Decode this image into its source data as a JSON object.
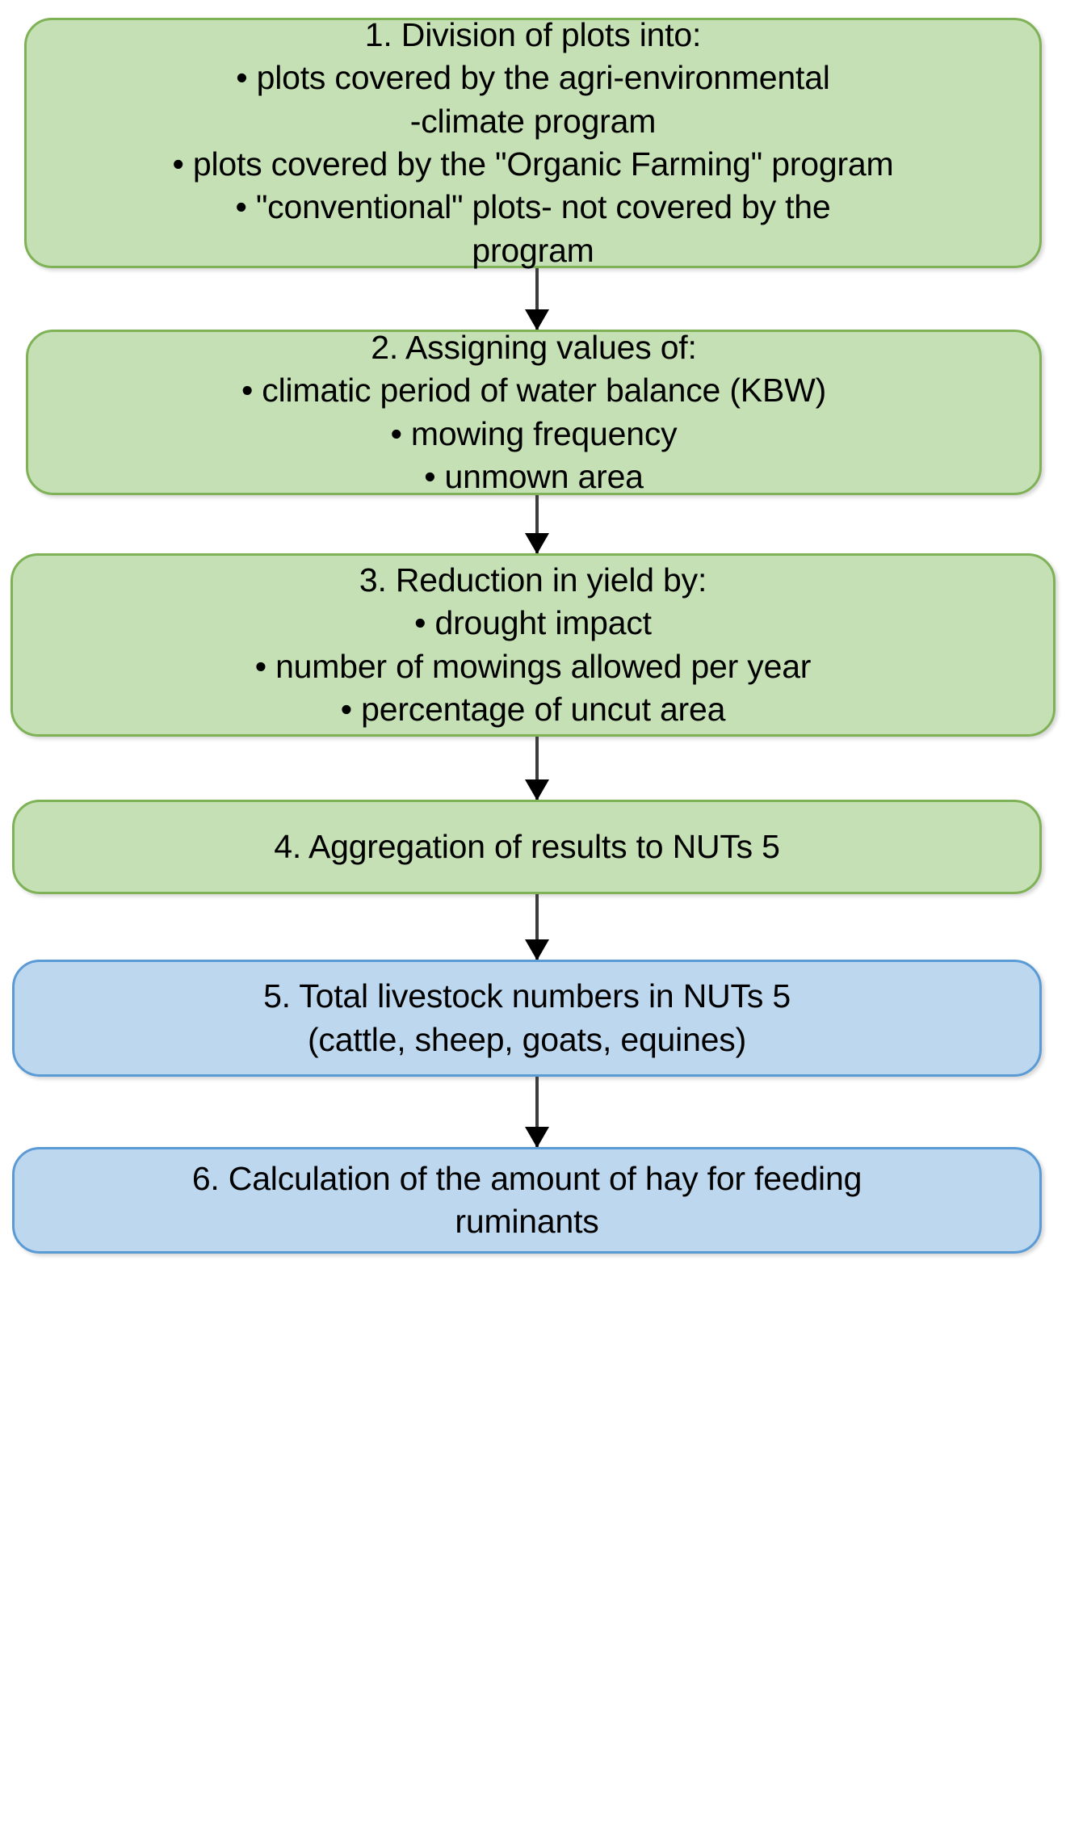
{
  "diagram": {
    "type": "flowchart",
    "orientation": "vertical",
    "colors": {
      "green_fill": "#c5e0b4",
      "green_border": "#7fb257",
      "blue_fill": "#bdd7ee",
      "blue_border": "#5b9bd5",
      "arrow": "#000000",
      "text": "#000000",
      "background": "#ffffff"
    },
    "nodes": [
      {
        "id": 1,
        "color": "green",
        "text": "1. Division of plots into:\n• plots covered by the agri-environmental\n-climate program\n• plots covered by the \"Organic Farming\" program\n• \"conventional\" plots- not covered by the\nprogram"
      },
      {
        "id": 2,
        "color": "green",
        "text": "2. Assigning values of:\n• climatic period of water balance (KBW)\n• mowing frequency\n• unmown area"
      },
      {
        "id": 3,
        "color": "green",
        "text": "3. Reduction in yield by:\n• drought impact\n• number of mowings allowed per year\n• percentage of uncut area"
      },
      {
        "id": 4,
        "color": "green",
        "text": "4. Aggregation of results to NUTs 5"
      },
      {
        "id": 5,
        "color": "blue",
        "text": "5. Total livestock numbers in NUTs 5\n(cattle, sheep, goats, equines)"
      },
      {
        "id": 6,
        "color": "blue",
        "text": "6. Calculation of the amount of hay for feeding\nruminants"
      }
    ],
    "connectors": [
      {
        "id": 1,
        "from": 1,
        "to": 2,
        "style": "arrow-down"
      },
      {
        "id": 2,
        "from": 2,
        "to": 3,
        "style": "arrow-down"
      },
      {
        "id": 3,
        "from": 3,
        "to": 4,
        "style": "arrow-down"
      },
      {
        "id": 4,
        "from": 4,
        "to": 5,
        "style": "arrow-down"
      },
      {
        "id": 5,
        "from": 5,
        "to": 6,
        "style": "arrow-down"
      }
    ]
  }
}
